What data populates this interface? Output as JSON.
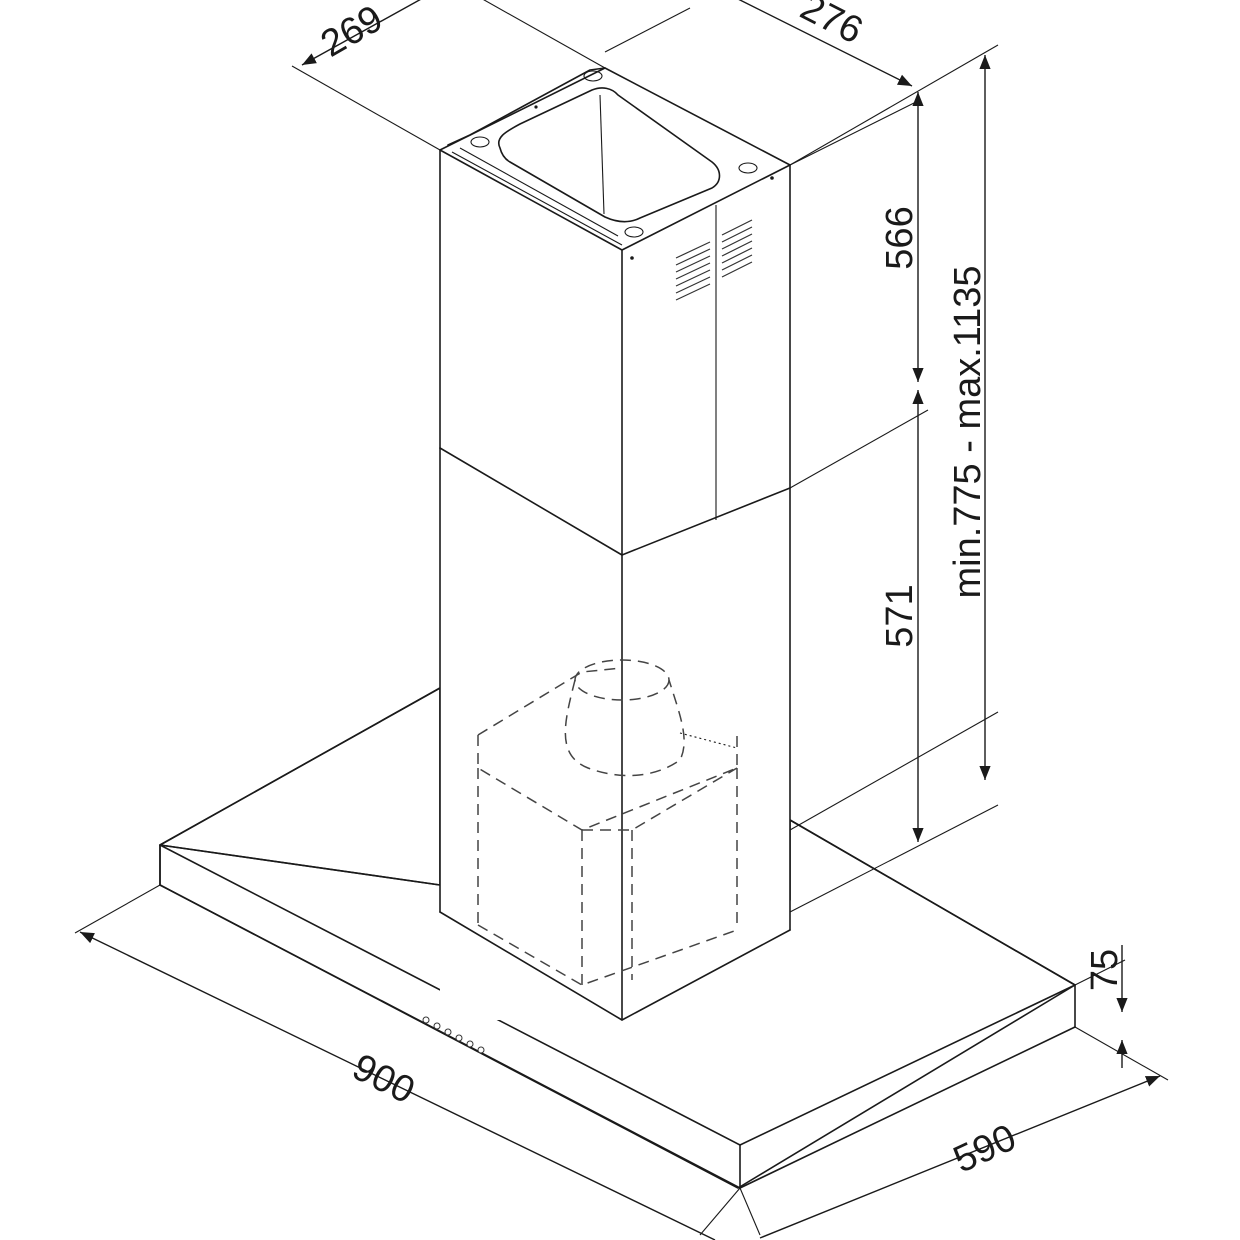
{
  "dimensions": {
    "chimney_depth": "269",
    "chimney_width": "276",
    "upper_chimney_height": "566",
    "lower_chimney_height": "571",
    "total_height_range": "min.775 - max.1135",
    "canopy_thickness": "75",
    "canopy_width": "900",
    "canopy_depth": "590"
  },
  "colors": {
    "line": "#1a1a1a",
    "background": "#ffffff"
  }
}
